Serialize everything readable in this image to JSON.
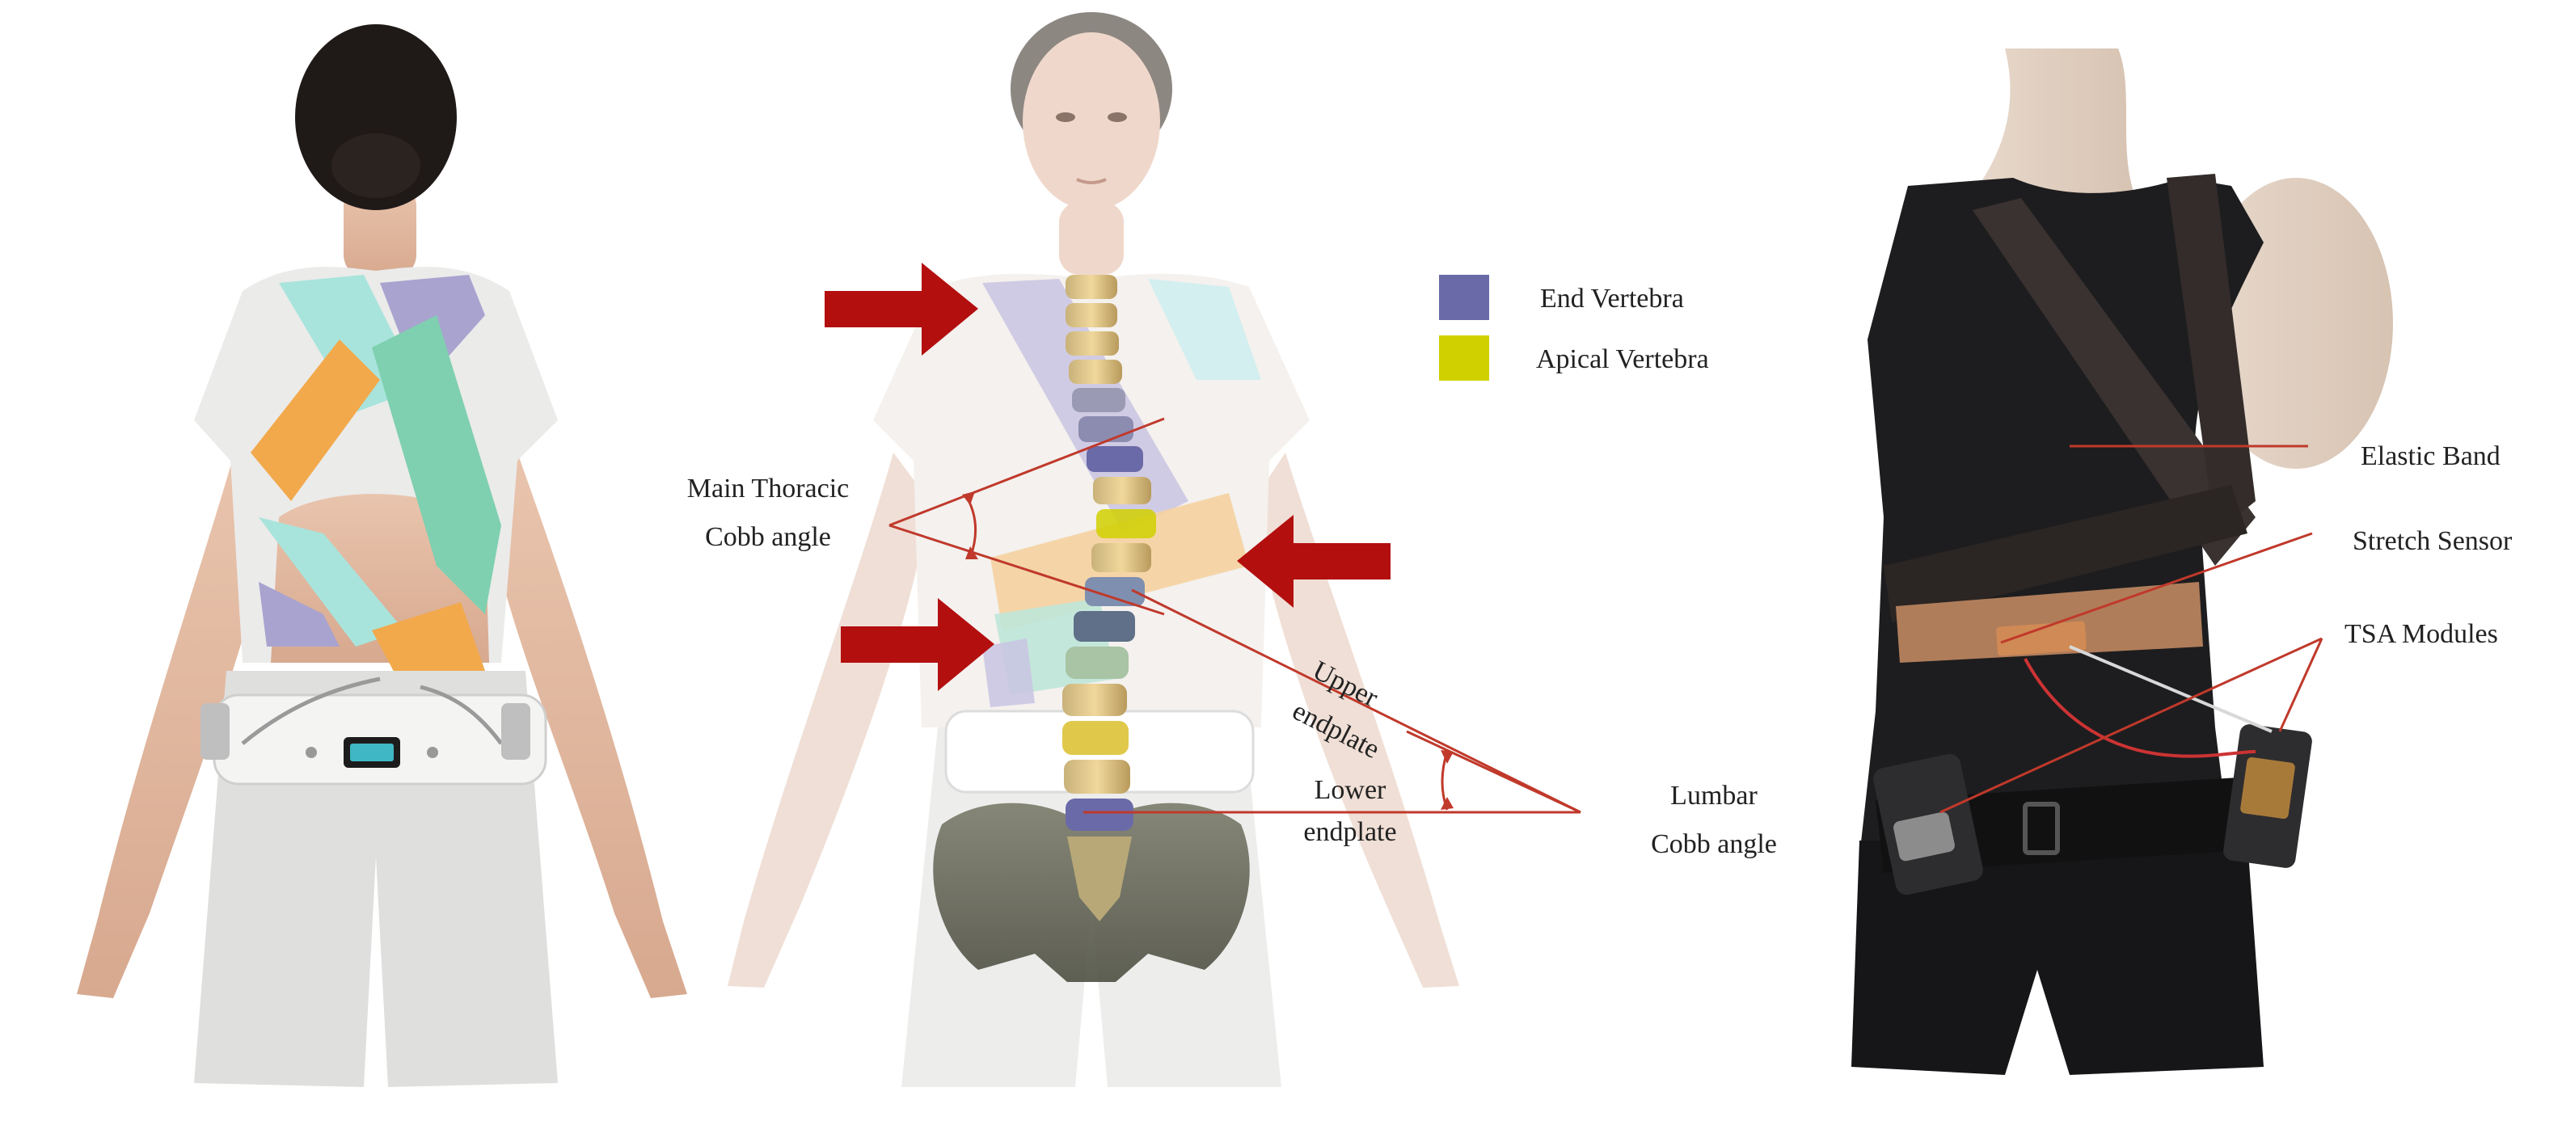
{
  "legend": {
    "end_vertebra": {
      "label": "End Vertebra",
      "color": "#6a6aa8"
    },
    "apical_vertebra": {
      "label": "Apical Vertebra",
      "color": "#d0d000"
    }
  },
  "spine_labels": {
    "main_thoracic_line1": "Main Thoracic",
    "main_thoracic_line2": "Cobb angle",
    "upper_endplate_line1": "Upper",
    "upper_endplate_line2": "endplate",
    "lower_endplate_line1": "Lower",
    "lower_endplate_line2": "endplate",
    "lumbar_line1": "Lumbar",
    "lumbar_line2": "Cobb angle"
  },
  "device_labels": {
    "elastic_band": "Elastic Band",
    "stretch_sensor": "Stretch Sensor",
    "tsa_modules": "TSA Modules"
  },
  "colors": {
    "annotation_red": "#c0392b",
    "arrow_red": "#b30f0f",
    "band_teal": "#a8e4dc",
    "band_purple": "#a9a3cf",
    "band_orange": "#f2a94c",
    "band_green": "#7fd0b0",
    "garment_black": "#1d1d1f"
  }
}
